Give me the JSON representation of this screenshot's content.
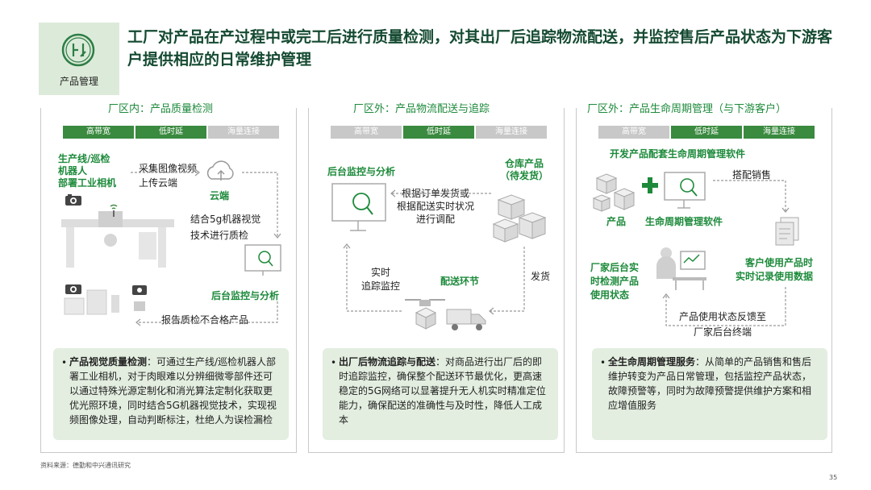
{
  "header": {
    "label": "产品管理",
    "title": "工厂对产品在产过程中或完工后进行质量检测，对其出厂后追踪物流配送，并监控售后产品状态为下游客户提供相应的日常维护管理",
    "icon": "product-management-icon"
  },
  "panels": [
    {
      "title": "厂区内：产品质量检测",
      "tags": [
        {
          "label": "高带宽",
          "active": true
        },
        {
          "label": "低时延",
          "active": true
        },
        {
          "label": "海量连接",
          "active": false
        }
      ],
      "labels": {
        "source": "生产线/巡检\n机器人\n部署工业相机",
        "step1": "采集图像视频\n上传云端",
        "cloud": "云端",
        "step2": "结合5g机器视觉\n技术进行质检",
        "monitor": "后台监控与分析",
        "report": "报告质检不合格产品"
      },
      "note_title": "产品视觉质量检测",
      "note_body": "：可通过生产线/巡检机器人部署工业相机，对于肉眼难以分辨细微零部件还可以通过特殊光源定制化和消光算法定制化获取更优光照环境，同时结合5G机器视觉技术，实现视频图像处理，自动判断标注，杜绝人为误检漏检"
    },
    {
      "title": "厂区外：产品物流配送与追踪",
      "tags": [
        {
          "label": "高带宽",
          "active": false
        },
        {
          "label": "低时延",
          "active": true
        },
        {
          "label": "海量连接",
          "active": false
        }
      ],
      "labels": {
        "monitor": "后台监控与分析",
        "warehouse": "仓库产品\n（待发货）",
        "step1": "根据订单发货或\n根据配送实时状况\n进行调配",
        "tracking": "实时\n追踪监控",
        "delivery": "配送环节",
        "ship": "发货"
      },
      "note_title": "出厂后物流追踪与配送",
      "note_body": "：对商品进行出厂后的即时追踪监控，确保整个配送环节最优化，更高速稳定的5G网络可以显著提升无人机实时精准定位能力，确保配送的准确性与及时性，降低人工成本"
    },
    {
      "title": "厂区外：产品生命周期管理（与下游客户）",
      "tags": [
        {
          "label": "高带宽",
          "active": false
        },
        {
          "label": "低时延",
          "active": true
        },
        {
          "label": "海量连接",
          "active": true
        }
      ],
      "labels": {
        "develop": "开发产品配套生命周期管理软件",
        "product": "产品",
        "software": "生命周期管理软件",
        "bundle": "搭配销售",
        "factory": "厂家后台实\n时检测产品\n使用状态",
        "customer": "客户使用产品时\n实时记录使用数据",
        "feedback": "产品使用状态反馈至\n厂家后台终端"
      },
      "note_title": "全生命周期管理服务",
      "note_body": "：从简单的产品销售和售后维护转变为产品日常管理，包括监控产品状态，故障预警等，同时为故障预警提供维护方案和相应增值服务"
    }
  ],
  "footer": {
    "source": "资料来源：德勤和中兴通讯研究",
    "page": "35"
  },
  "colors": {
    "accent": "#1d8a3b",
    "tag_active": "#3a8a3f",
    "tag_inactive": "#c8c8c8",
    "note_bg": "#e3eee0",
    "header_bg": "#dcebd9"
  }
}
